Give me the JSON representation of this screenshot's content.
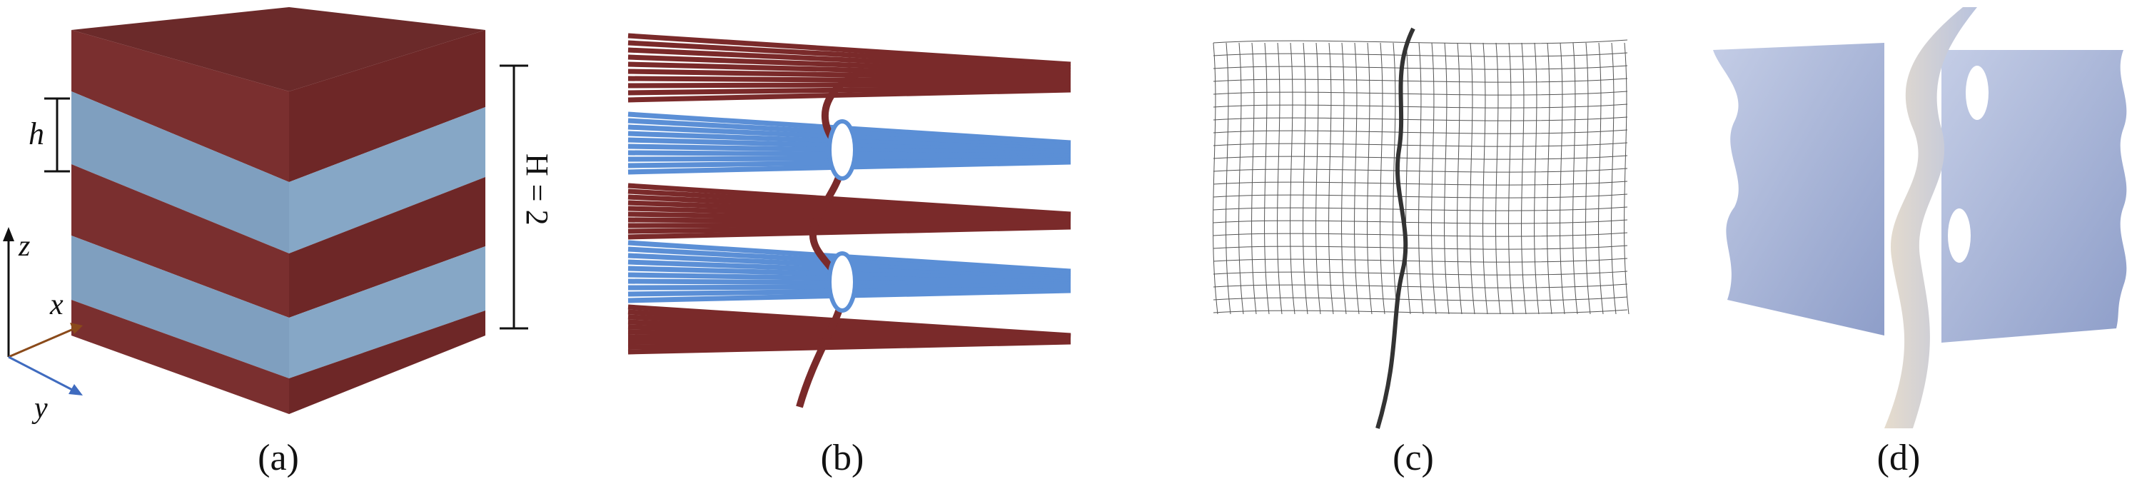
{
  "figure": {
    "panels": [
      {
        "id": "a",
        "caption": "(a)"
      },
      {
        "id": "b",
        "caption": "(b)"
      },
      {
        "id": "c",
        "caption": "(c)"
      },
      {
        "id": "d",
        "caption": "(d)"
      }
    ],
    "panel_a": {
      "layer_thickness_label": "h",
      "height_label": "H = 2",
      "axis_z": "z",
      "axis_x": "x",
      "axis_y": "y"
    },
    "colors": {
      "red_layer": "#7a2f2f",
      "red_top": "#6b2a2a",
      "blue_layer": "#7f9fbf",
      "blue_fiber": "#5b8fd6",
      "red_fiber": "#7a2a2a",
      "surface": "#a9b6d6",
      "mesh_line": "#444444"
    }
  }
}
